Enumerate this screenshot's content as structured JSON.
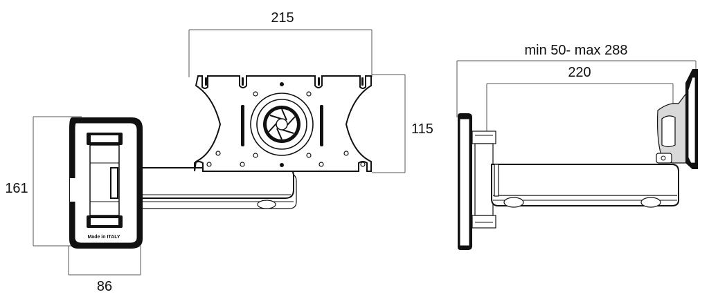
{
  "dimensions": {
    "front_plate_width": "215",
    "front_plate_height": "115",
    "base_height": "161",
    "base_width": "86",
    "side_extension": "min 50- max 288",
    "side_arm_length": "220"
  },
  "base_label": "Made in ITALY",
  "colors": {
    "line": "#111111",
    "dimension_line": "#555555",
    "shade": "#d9d9d9"
  }
}
